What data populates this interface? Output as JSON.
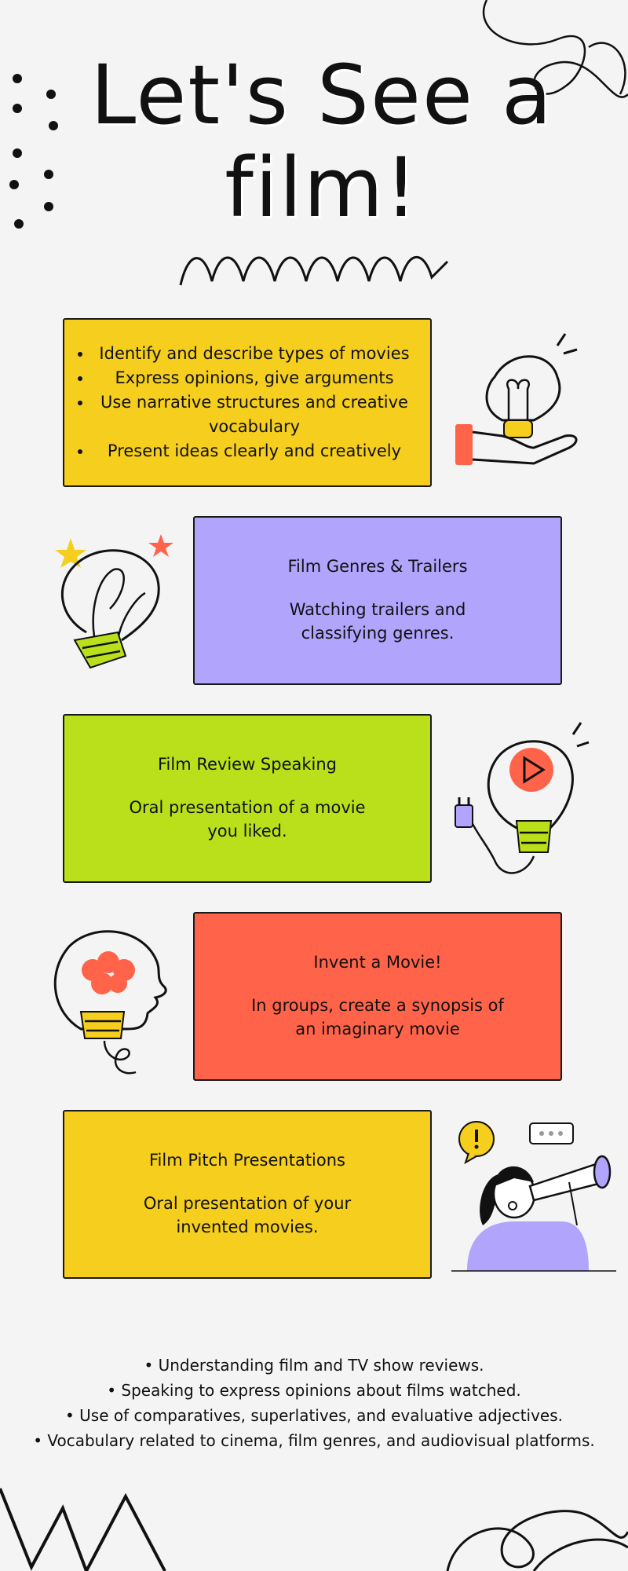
{
  "title": "Let's See a film!",
  "objectives": [
    "Identify and describe types of movies",
    "Express opinions, give arguments",
    "Use narrative structures and creative vocabulary",
    "Present ideas clearly and creatively"
  ],
  "activities": [
    {
      "heading": "Film Genres & Trailers",
      "body": "Watching trailers and classifying genres.",
      "color": "#b0a4fd"
    },
    {
      "heading": "Film Review Speaking",
      "body": "Oral presentation of a movie you liked.",
      "color": "#b9e01b"
    },
    {
      "heading": "Invent a Movie!",
      "body": "In groups, create a synopsis of an imaginary movie",
      "color": "#ff634a"
    },
    {
      "heading": "Film Pitch Presentations",
      "body": "Oral presentation of your invented movies.",
      "color": "#f5ce1e"
    }
  ],
  "objectives_color": "#f5ce1e",
  "bottom_list": [
    "• Understanding film and TV show reviews.",
    "• Speaking to express opinions about films watched.",
    "• Use of comparatives, superlatives, and evaluative adjectives.",
    "• Vocabulary related to cinema, film genres, and audiovisual platforms."
  ],
  "icons": [
    "lightbulb-hand-icon",
    "lightbulb-star-icon",
    "lightbulb-play-icon",
    "lightbulb-head-icon",
    "girl-telescope-icon"
  ]
}
